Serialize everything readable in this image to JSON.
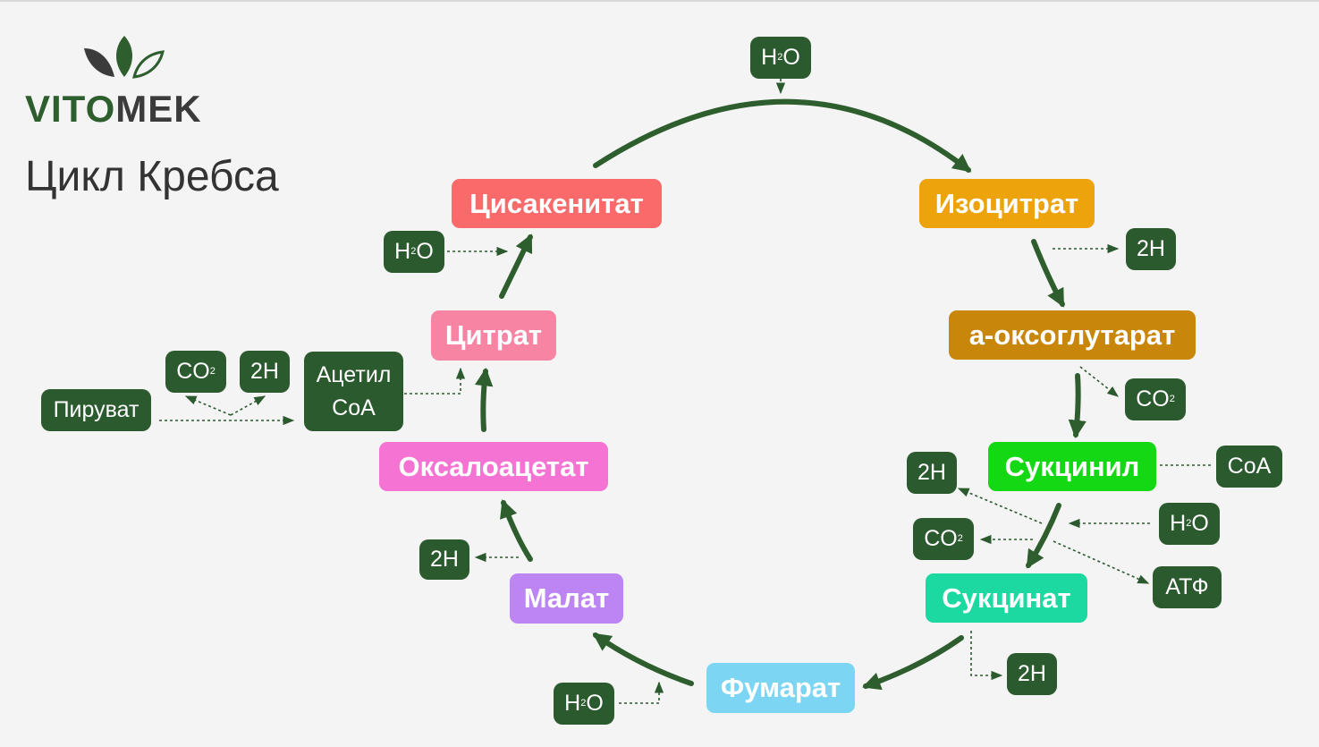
{
  "brand": {
    "part1": "VITO",
    "part2": "MEK"
  },
  "title": "Цикл Кребса",
  "colors": {
    "dark_green": "#2c5a2f",
    "arrow_green": "#2e5e2e"
  },
  "nodes": {
    "cisaconitate": {
      "label": "Цисакенитат",
      "color": "#fb6a6a"
    },
    "isocitrate": {
      "label": "Изоцитрат",
      "color": "#eda30b"
    },
    "oxoglutarate": {
      "label": "а-оксоглутарат",
      "color": "#c8860a"
    },
    "succinyl": {
      "label": "Сукцинил",
      "color": "#14d814"
    },
    "succinate": {
      "label": "Сукцинат",
      "color": "#1bd9a0"
    },
    "fumarate": {
      "label": "Фумарат",
      "color": "#7cd6f3"
    },
    "malate": {
      "label": "Малат",
      "color": "#bd84f3"
    },
    "oxaloacetate": {
      "label": "Оксалоацетат",
      "color": "#f573d2"
    },
    "citrate": {
      "label": "Цитрат",
      "color": "#f884a3"
    }
  },
  "chips": {
    "h2o_top": {
      "main": "H",
      "sub": "2",
      "tail": "O"
    },
    "h2o_left": {
      "main": "H",
      "sub": "2",
      "tail": "O"
    },
    "co2_pyr": {
      "main": "CO",
      "sub": "2",
      "tail": ""
    },
    "twoh_pyr": {
      "main": "2H",
      "sub": "",
      "tail": ""
    },
    "pyruvate": {
      "main": "Пируват",
      "sub": "",
      "tail": ""
    },
    "acetyl_1": "Ацетил",
    "acetyl_2": "CoA",
    "twoh_iso": {
      "main": "2H",
      "sub": "",
      "tail": ""
    },
    "co2_oxo": {
      "main": "CO",
      "sub": "2",
      "tail": ""
    },
    "coa": {
      "main": "CoA",
      "sub": "",
      "tail": ""
    },
    "twoh_suc": {
      "main": "2H",
      "sub": "",
      "tail": ""
    },
    "h2o_suc": {
      "main": "H",
      "sub": "2",
      "tail": "O"
    },
    "co2_suc": {
      "main": "CO",
      "sub": "2",
      "tail": ""
    },
    "atf": {
      "main": "АТФ",
      "sub": "",
      "tail": ""
    },
    "twoh_succinate": {
      "main": "2H",
      "sub": "",
      "tail": ""
    },
    "twoh_mal": {
      "main": "2H",
      "sub": "",
      "tail": ""
    },
    "h2o_fum": {
      "main": "H",
      "sub": "2",
      "tail": "O"
    }
  }
}
